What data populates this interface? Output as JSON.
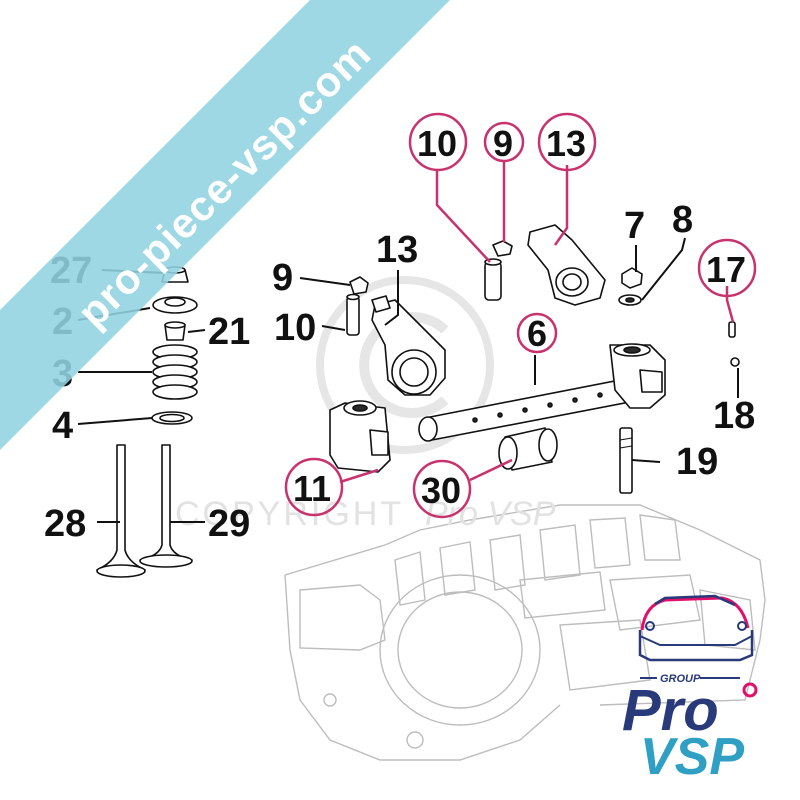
{
  "watermark": {
    "banner_text": "pro-piece-vsp.com",
    "banner_color": "#8fd3e0",
    "copyright_text": "COPYRIGHT",
    "copyright_brand": "Pro VSP"
  },
  "logo": {
    "group_text": "GROUP",
    "line1": "Pro",
    "line2": "VSP",
    "color_dark": "#283a7a",
    "color_light": "#2f9fc4",
    "accent_color": "#e0106b"
  },
  "callouts": {
    "c27": "27",
    "c2": "2",
    "c21": "21",
    "c3": "3",
    "c4": "4",
    "c28": "28",
    "c29": "29",
    "c9a": "9",
    "c10a": "10",
    "c13a": "13",
    "c10b": "10",
    "c9b": "9",
    "c13b": "13",
    "c7": "7",
    "c8": "8",
    "c17": "17",
    "c6": "6",
    "c18": "18",
    "c19": "19",
    "c11": "11",
    "c30": "30"
  },
  "highlight_color": "#c8326e"
}
